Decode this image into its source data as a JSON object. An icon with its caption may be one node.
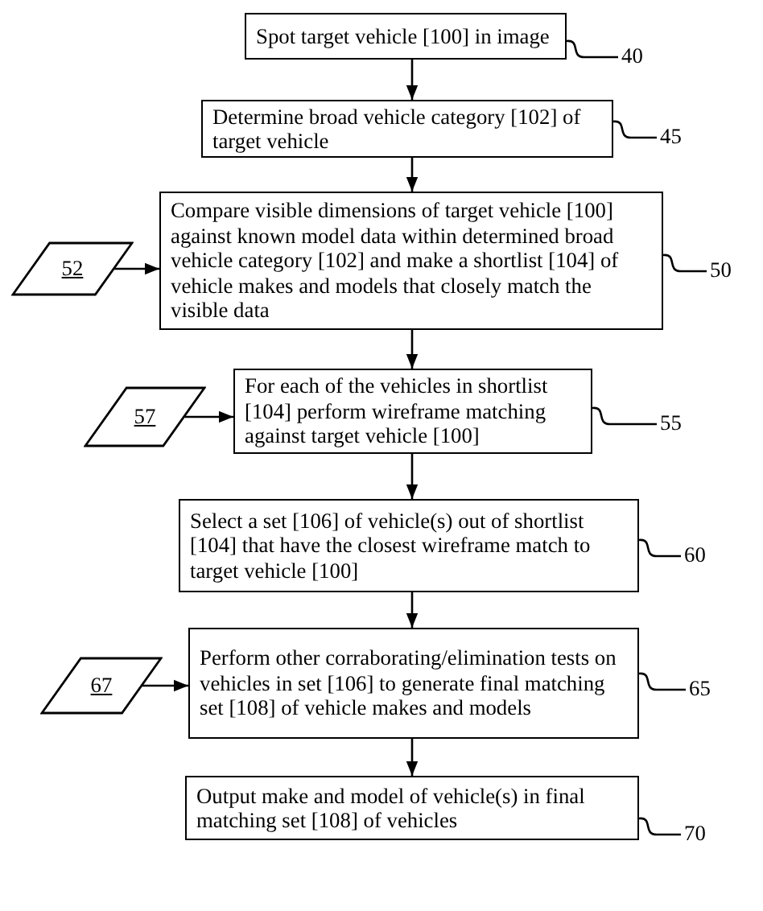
{
  "diagram": {
    "nodes": [
      {
        "text": [
          "Spot target vehicle [100] in image"
        ]
      },
      {
        "text": [
          "40"
        ]
      },
      {
        "text": [
          "Determine broad vehicle category [102] of target vehicle"
        ]
      },
      {
        "text": [
          "45"
        ]
      },
      {
        "text": [
          "52"
        ]
      },
      {
        "text": [
          "Compare visible dimensions of target vehicle [100] against known model data within determined broad vehicle category [102] and make a shortlist [104] of vehicle makes and models that closely match the visible data"
        ]
      },
      {
        "text": [
          "50"
        ]
      },
      {
        "text": [
          "57"
        ]
      },
      {
        "text": [
          "For each of the vehicles in shortlist [104] perform wireframe matching against target vehicle [100]"
        ]
      },
      {
        "text": [
          "55"
        ]
      },
      {
        "text": [
          "Select a set [106] of vehicle(s) out of shortlist [104] that have the closest wireframe match to target vehicle [100]"
        ]
      },
      {
        "text": [
          "60"
        ]
      },
      {
        "text": [
          "67"
        ]
      },
      {
        "text": [
          "Perform other corraborating/elimination tests on vehicles in set [106] to generate final matching set [108] of vehicle makes and models"
        ]
      },
      {
        "text": [
          "65"
        ]
      },
      {
        "text": [
          "Output make and model of vehicle(s) in final matching set [108] of vehicles"
        ]
      },
      {
        "text": [
          "70"
        ]
      }
    ],
    "edges": [
      {
        "from": 1,
        "to": 0,
        "arrow": "none"
      },
      {
        "from": 0,
        "to": 2,
        "arrow": "to"
      },
      {
        "from": 3,
        "to": 2,
        "arrow": "none"
      },
      {
        "from": 2,
        "to": 5,
        "arrow": "to"
      },
      {
        "from": 4,
        "to": 5,
        "arrow": "to"
      },
      {
        "from": 6,
        "to": 5,
        "arrow": "none"
      },
      {
        "from": 5,
        "to": 8,
        "arrow": "to"
      },
      {
        "from": 7,
        "to": 8,
        "arrow": "to"
      },
      {
        "from": 9,
        "to": 8,
        "arrow": "none"
      },
      {
        "from": 8,
        "to": 10,
        "arrow": "to"
      },
      {
        "from": 11,
        "to": 10,
        "arrow": "none"
      },
      {
        "from": 10,
        "to": 13,
        "arrow": "to"
      },
      {
        "from": 12,
        "to": 13,
        "arrow": "to"
      },
      {
        "from": 14,
        "to": 13,
        "arrow": "none"
      },
      {
        "from": 13,
        "to": 15,
        "arrow": "to"
      },
      {
        "from": 16,
        "to": 15,
        "arrow": "none"
      }
    ]
  }
}
